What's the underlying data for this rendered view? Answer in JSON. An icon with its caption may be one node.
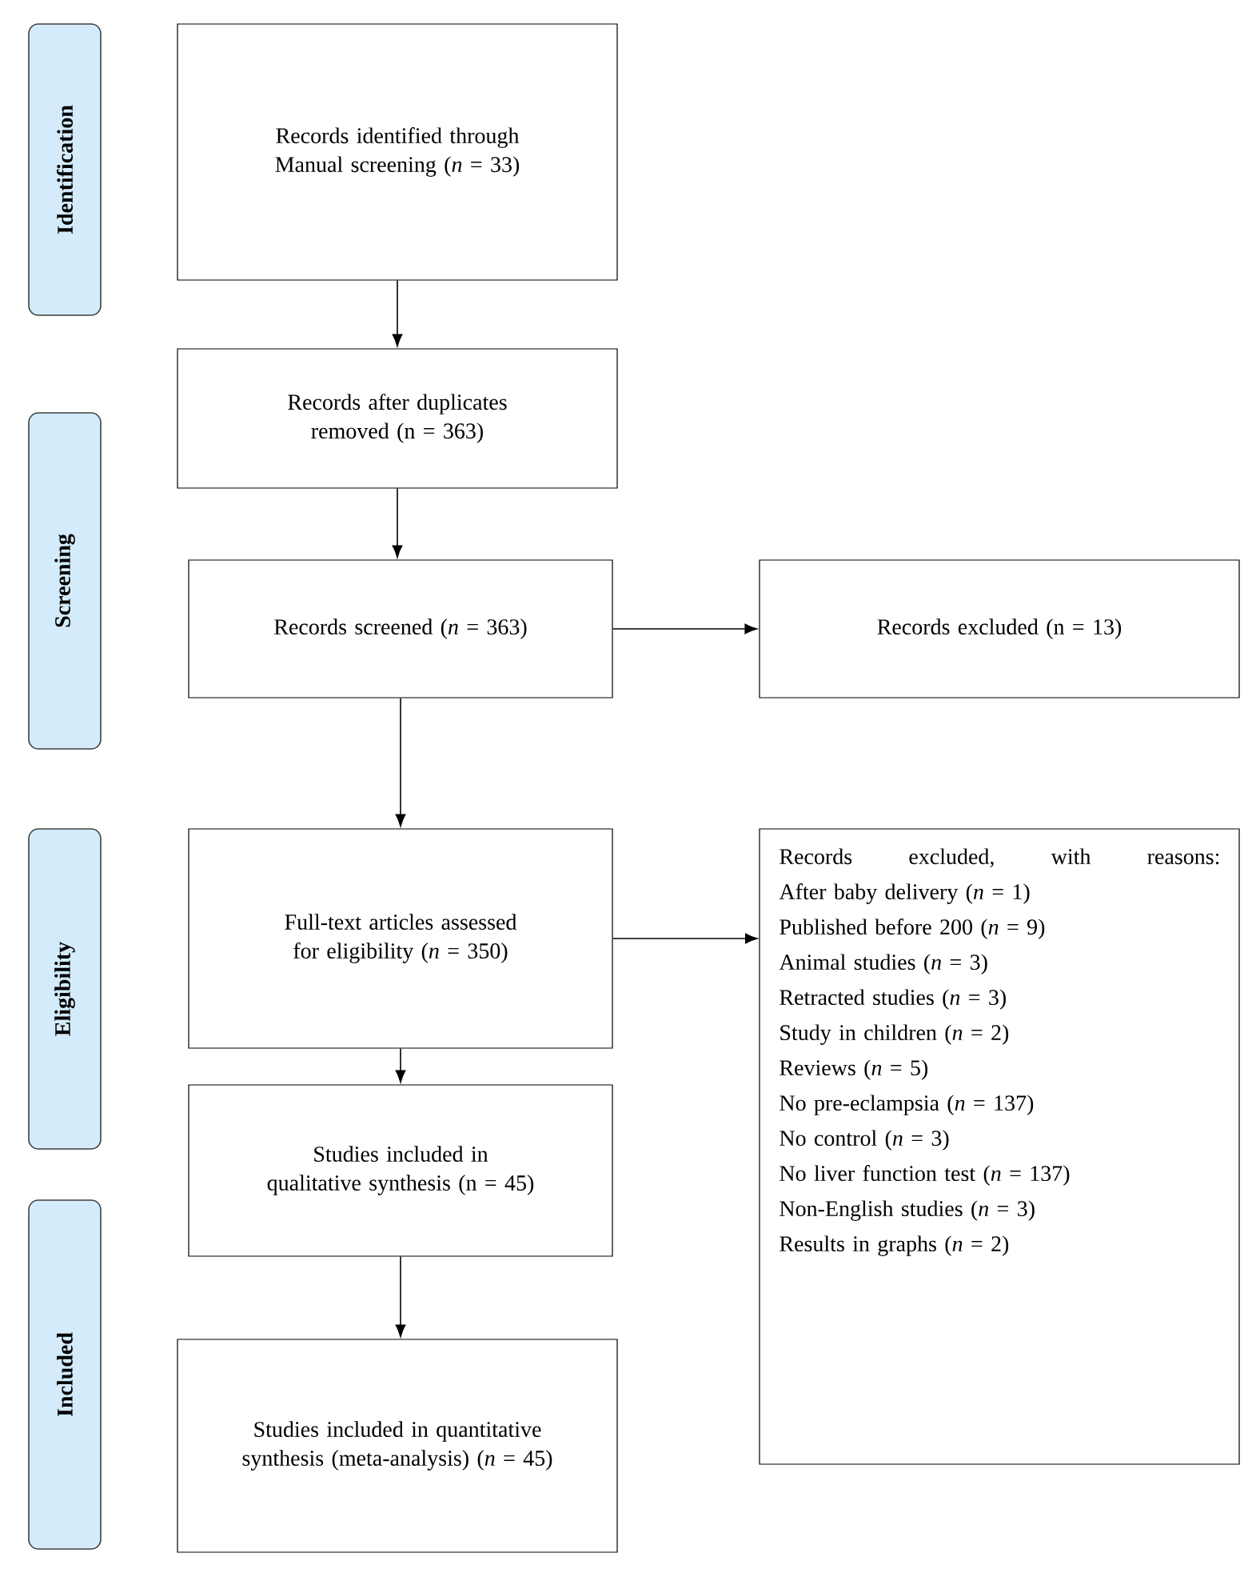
{
  "diagram": {
    "nodes": [
      {
        "text": [
          "Identification"
        ]
      },
      {
        "text": [
          "Screening"
        ]
      },
      {
        "text": [
          "Eligibility"
        ]
      },
      {
        "text": [
          "Included"
        ]
      },
      {
        "text": [
          "Records identified through Manual screening (*n* = 33)"
        ]
      },
      {
        "text": [
          "Records after duplicates removed (n =   363)"
        ]
      },
      {
        "text": [
          "Records screened (*n* = 363)"
        ]
      },
      {
        "text": [
          "Records excluded (n = 13)"
        ]
      },
      {
        "text": [
          "Full-text articles assessed for eligibility (*n* = 350)"
        ]
      },
      {
        "text": [
          "Records excluded, with reasons:",
          "After baby delivery (*n* = 1)",
          "Published before 200 (*n* = 9)",
          "Animal studies (*n* = 3)",
          "Retracted studies (*n* = 3)",
          "Study in children (*n* = 2)",
          "Reviews (*n* = 5)",
          "No pre-eclampsia (*n* = 137)",
          "No control (*n* = 3)",
          "No liver function test (*n* = 137)",
          "Non-English studies (*n* = 3)",
          "Results in graphs (*n* = 2)"
        ]
      },
      {
        "text": [
          "Studies included in qualitative synthesis (n = 45)"
        ]
      },
      {
        "text": [
          "Studies included in quantitative synthesis (meta-analysis) (*n* = 45)"
        ]
      }
    ],
    "edges": [
      {
        "from": 4,
        "to": 5,
        "arrow": "to"
      },
      {
        "from": 5,
        "to": 6,
        "arrow": "to"
      },
      {
        "from": 6,
        "to": 7,
        "arrow": "to"
      },
      {
        "from": 6,
        "to": 8,
        "arrow": "to"
      },
      {
        "from": 8,
        "to": 9,
        "arrow": "to"
      },
      {
        "from": 8,
        "to": 10,
        "arrow": "to"
      },
      {
        "from": 10,
        "to": 11,
        "arrow": "to"
      }
    ]
  }
}
